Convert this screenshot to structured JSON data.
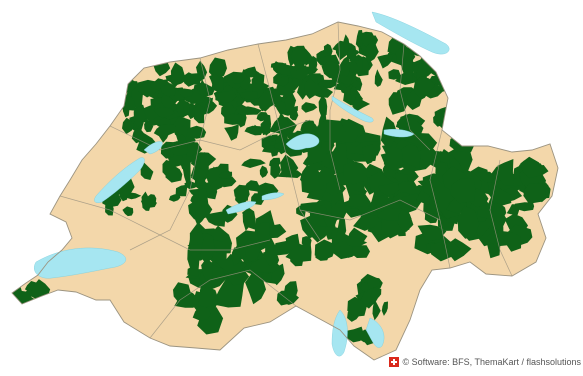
{
  "map": {
    "region": "Switzerland",
    "colors": {
      "land": "#f3d7aa",
      "highlight": "#0f6218",
      "water": "#a6e6f1",
      "border": "#9c9481",
      "background": "#ffffff"
    },
    "lakes": [
      "Lake Geneva",
      "Lake Neuchâtel",
      "Lake Biel",
      "Lake Zurich",
      "Lake Lucerne",
      "Lake Constance",
      "Lake Walen",
      "Lake Thun",
      "Lake Brienz",
      "Lake Lugano",
      "Lake Maggiore"
    ]
  },
  "credit": {
    "icon": "swiss-flag-icon",
    "text": "© Software: BFS, ThemaKart / flashsolutions"
  }
}
